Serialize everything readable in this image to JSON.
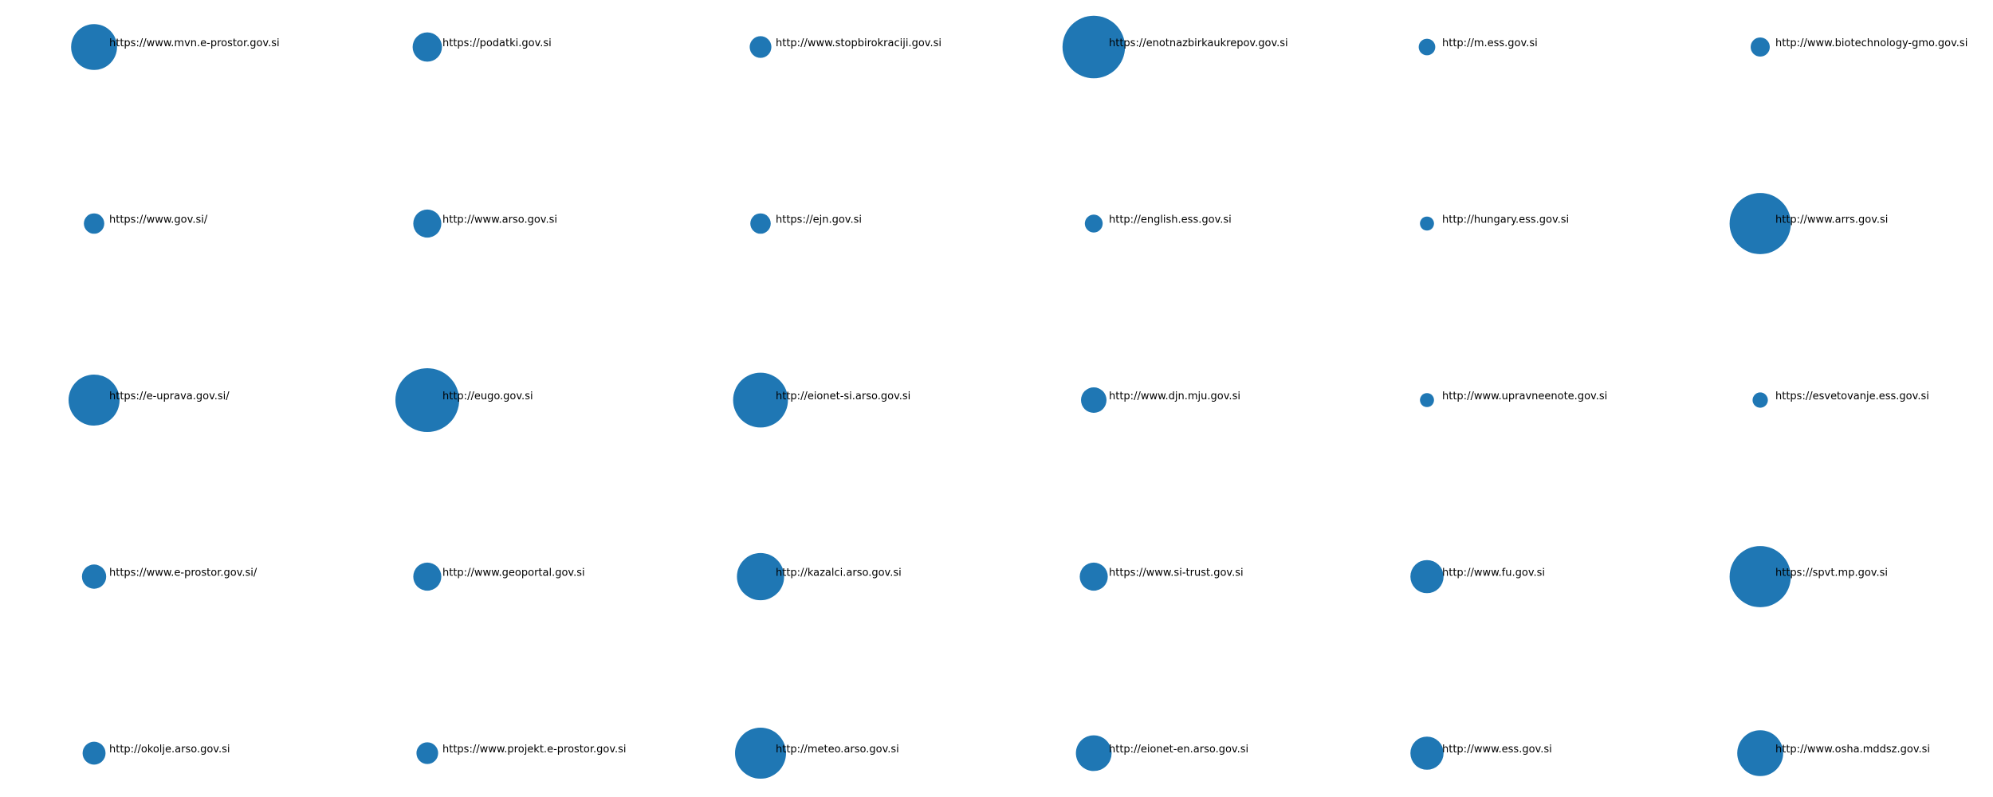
{
  "chart_data": {
    "type": "scatter",
    "marker_color": "#1f77b4",
    "grid": false,
    "axes_visible": false,
    "points": [
      {
        "label": "https://www.mvn.e-prostor.gov.si",
        "size": 0.36
      },
      {
        "label": "https://podatki.gov.si",
        "size": 0.23
      },
      {
        "label": "http://www.stopbirokraciji.gov.si",
        "size": 0.17
      },
      {
        "label": "https://enotnazbirkaukrepov.gov.si",
        "size": 0.49
      },
      {
        "label": "http://m.ess.gov.si",
        "size": 0.13
      },
      {
        "label": "http://www.biotechnology-gmo.gov.si",
        "size": 0.15
      },
      {
        "label": "https://www.gov.si/",
        "size": 0.16
      },
      {
        "label": "http://www.arso.gov.si",
        "size": 0.22
      },
      {
        "label": "https://ejn.gov.si",
        "size": 0.16
      },
      {
        "label": "http://english.ess.gov.si",
        "size": 0.14
      },
      {
        "label": "http://hungary.ess.gov.si",
        "size": 0.11
      },
      {
        "label": "http://www.arrs.gov.si",
        "size": 0.48
      },
      {
        "label": "https://e-uprava.gov.si/",
        "size": 0.4
      },
      {
        "label": "http://eugo.gov.si",
        "size": 0.5
      },
      {
        "label": "http://eionet-si.arso.gov.si",
        "size": 0.43
      },
      {
        "label": "http://www.djn.mju.gov.si",
        "size": 0.2
      },
      {
        "label": "http://www.upravneenote.gov.si",
        "size": 0.11
      },
      {
        "label": "https://esvetovanje.ess.gov.si",
        "size": 0.12
      },
      {
        "label": "https://www.e-prostor.gov.si/",
        "size": 0.19
      },
      {
        "label": "http://www.geoportal.gov.si",
        "size": 0.22
      },
      {
        "label": "http://kazalci.arso.gov.si",
        "size": 0.37
      },
      {
        "label": "https://www.si-trust.gov.si",
        "size": 0.22
      },
      {
        "label": "http://www.fu.gov.si",
        "size": 0.26
      },
      {
        "label": "https://spvt.mp.gov.si",
        "size": 0.48
      },
      {
        "label": "http://okolje.arso.gov.si",
        "size": 0.18
      },
      {
        "label": "https://www.projekt.e-prostor.gov.si",
        "size": 0.17
      },
      {
        "label": "http://meteo.arso.gov.si",
        "size": 0.4
      },
      {
        "label": "http://eionet-en.arso.gov.si",
        "size": 0.28
      },
      {
        "label": "http://www.ess.gov.si",
        "size": 0.26
      },
      {
        "label": "http://www.osha.mddsz.gov.si",
        "size": 0.36
      }
    ]
  }
}
